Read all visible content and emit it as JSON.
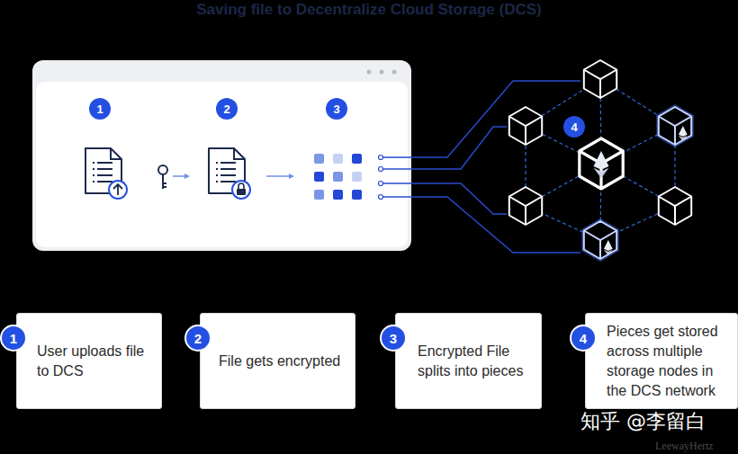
{
  "diagram": {
    "title": "Saving file to Decentralize Cloud Storage (DCS)",
    "nodes": [
      {
        "text": [
          "1"
        ]
      },
      {
        "text": [
          "2"
        ]
      },
      {
        "text": [
          "3"
        ]
      },
      {
        "text": [
          "4"
        ]
      },
      {
        "text": [
          "1"
        ]
      },
      {
        "text": [
          "User uploads file to DCS"
        ]
      },
      {
        "text": [
          "2"
        ]
      },
      {
        "text": [
          "File gets encrypted"
        ]
      },
      {
        "text": [
          "3"
        ]
      },
      {
        "text": [
          "Encrypted File splits into pieces"
        ]
      },
      {
        "text": [
          "4"
        ]
      },
      {
        "text": [
          "Pieces get stored across multiple storage nodes in the DCS network"
        ]
      }
    ],
    "labels": [
      "知乎 @李留白",
      "LeewayHertz"
    ]
  }
}
